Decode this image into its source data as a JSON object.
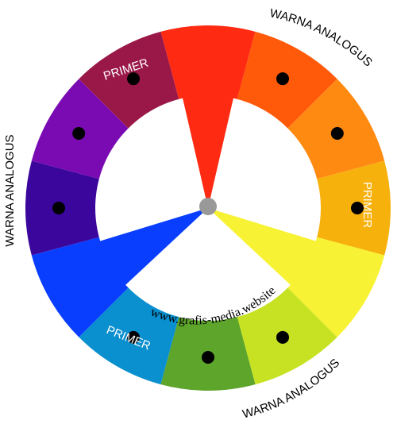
{
  "wheel": {
    "segments": [
      {
        "name": "red",
        "color": "#ff2a12",
        "dot": false
      },
      {
        "name": "red-orange",
        "color": "#ff5a0a",
        "dot": true
      },
      {
        "name": "orange",
        "color": "#ff8a12",
        "dot": true
      },
      {
        "name": "yellow-orange",
        "color": "#f7b10d",
        "dot": true
      },
      {
        "name": "yellow",
        "color": "#f7f233",
        "dot": false
      },
      {
        "name": "yellow-green",
        "color": "#c6e222",
        "dot": true
      },
      {
        "name": "green",
        "color": "#5ea52c",
        "dot": true
      },
      {
        "name": "blue-green",
        "color": "#0a8fcf",
        "dot": true
      },
      {
        "name": "blue",
        "color": "#0a3eff",
        "dot": false
      },
      {
        "name": "indigo",
        "color": "#3a069c",
        "dot": true
      },
      {
        "name": "violet",
        "color": "#7a0ab2",
        "dot": true
      },
      {
        "name": "red-violet",
        "color": "#9a1848",
        "dot": true
      }
    ],
    "primary_labels": [
      "PRIMER",
      "PRIMER",
      "PRIMER"
    ]
  },
  "labels": {
    "analogus_top": "WARNA ANALOGUS",
    "analogus_left": "WARNA ANALOGUS",
    "analogus_bottom": "WARNA ANALOGUS",
    "watermark": "www.grafis-media.website"
  }
}
